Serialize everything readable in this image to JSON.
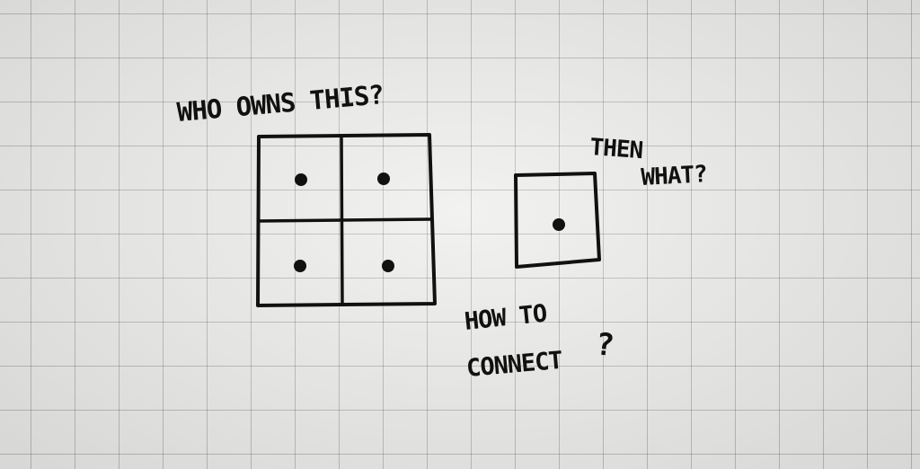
{
  "labels": {
    "who_owns": "WHO OWNS THIS?",
    "then": "THEN",
    "what": "WHAT?",
    "how_to": "HOW TO",
    "connect": "CONNECT",
    "question": "?"
  }
}
